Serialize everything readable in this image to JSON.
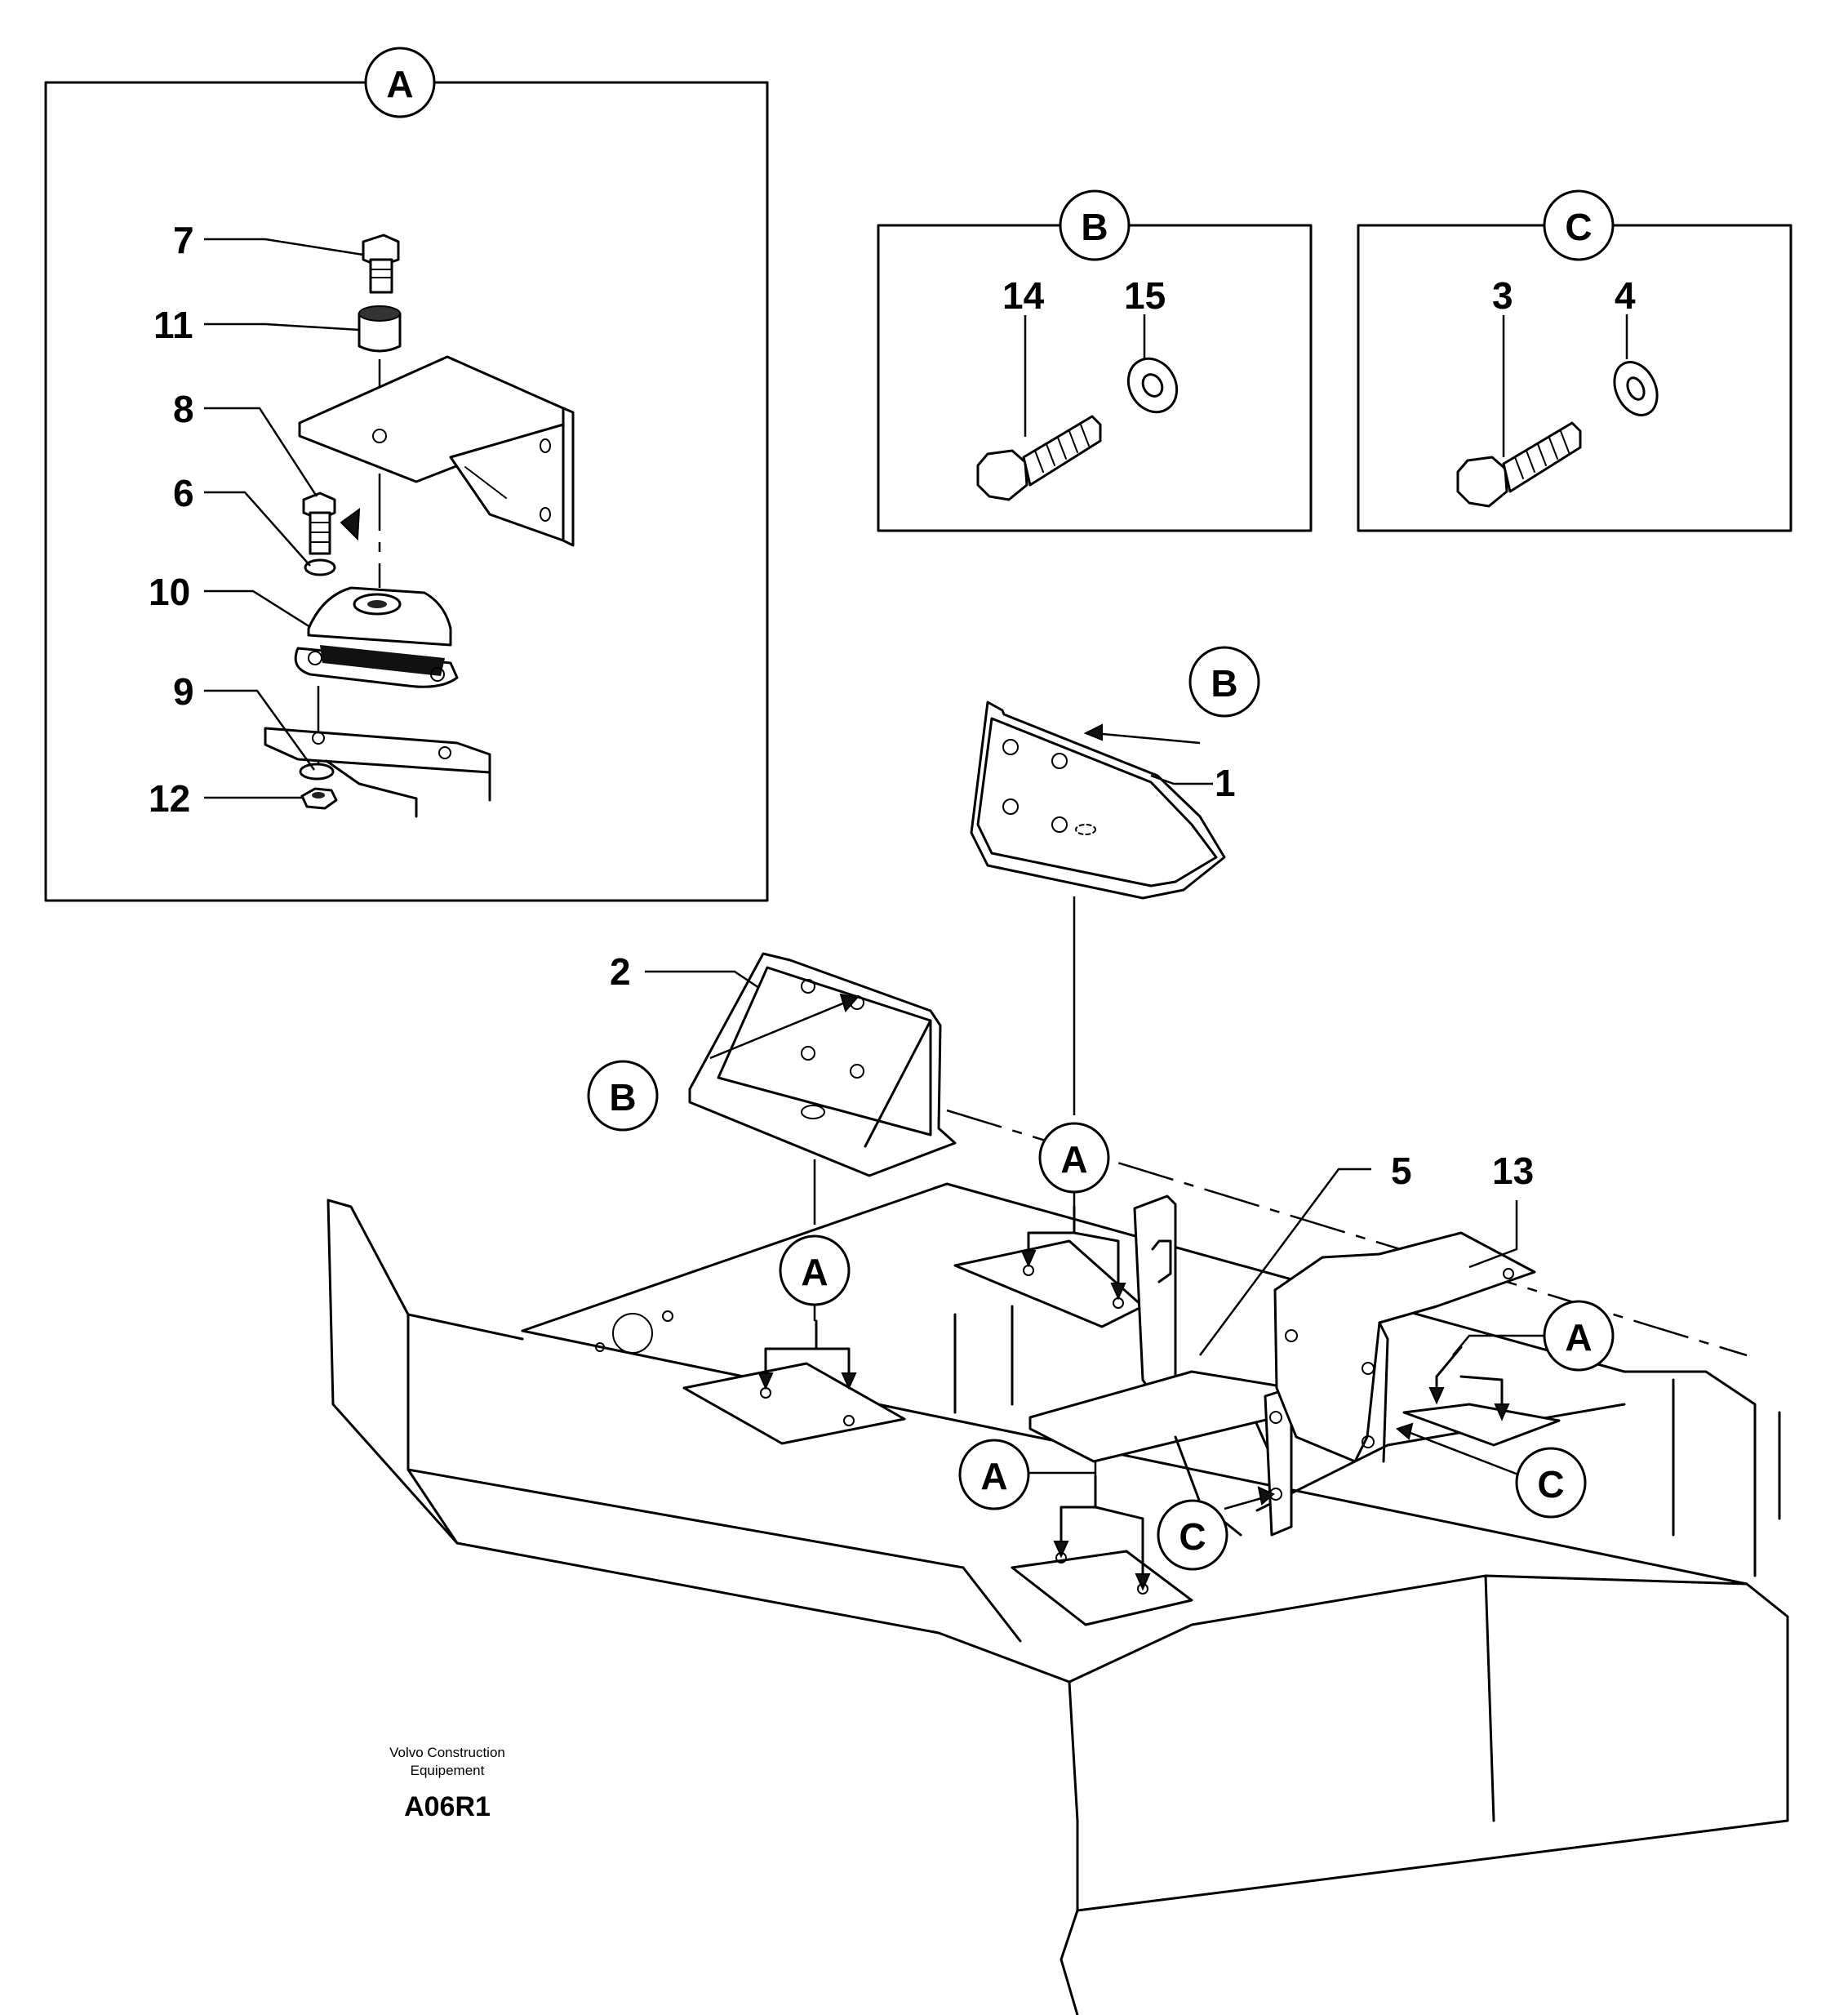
{
  "detail_views": {
    "a": {
      "label": "A",
      "items": [
        "7",
        "11",
        "8",
        "6",
        "10",
        "9",
        "12"
      ]
    },
    "b": {
      "label": "B",
      "items": [
        "14",
        "15"
      ]
    },
    "c": {
      "label": "C",
      "items": [
        "3",
        "4"
      ]
    }
  },
  "main_view": {
    "part_numbers": {
      "p1": "1",
      "p2": "2",
      "p5": "5",
      "p13": "13"
    },
    "callouts": {
      "a": "A",
      "b": "B",
      "c": "C"
    }
  },
  "footer": {
    "company": "Volvo Construction Equipement",
    "company_line1": "Volvo Construction",
    "company_line2": "Equipement",
    "drawing_code": "A06R1"
  }
}
